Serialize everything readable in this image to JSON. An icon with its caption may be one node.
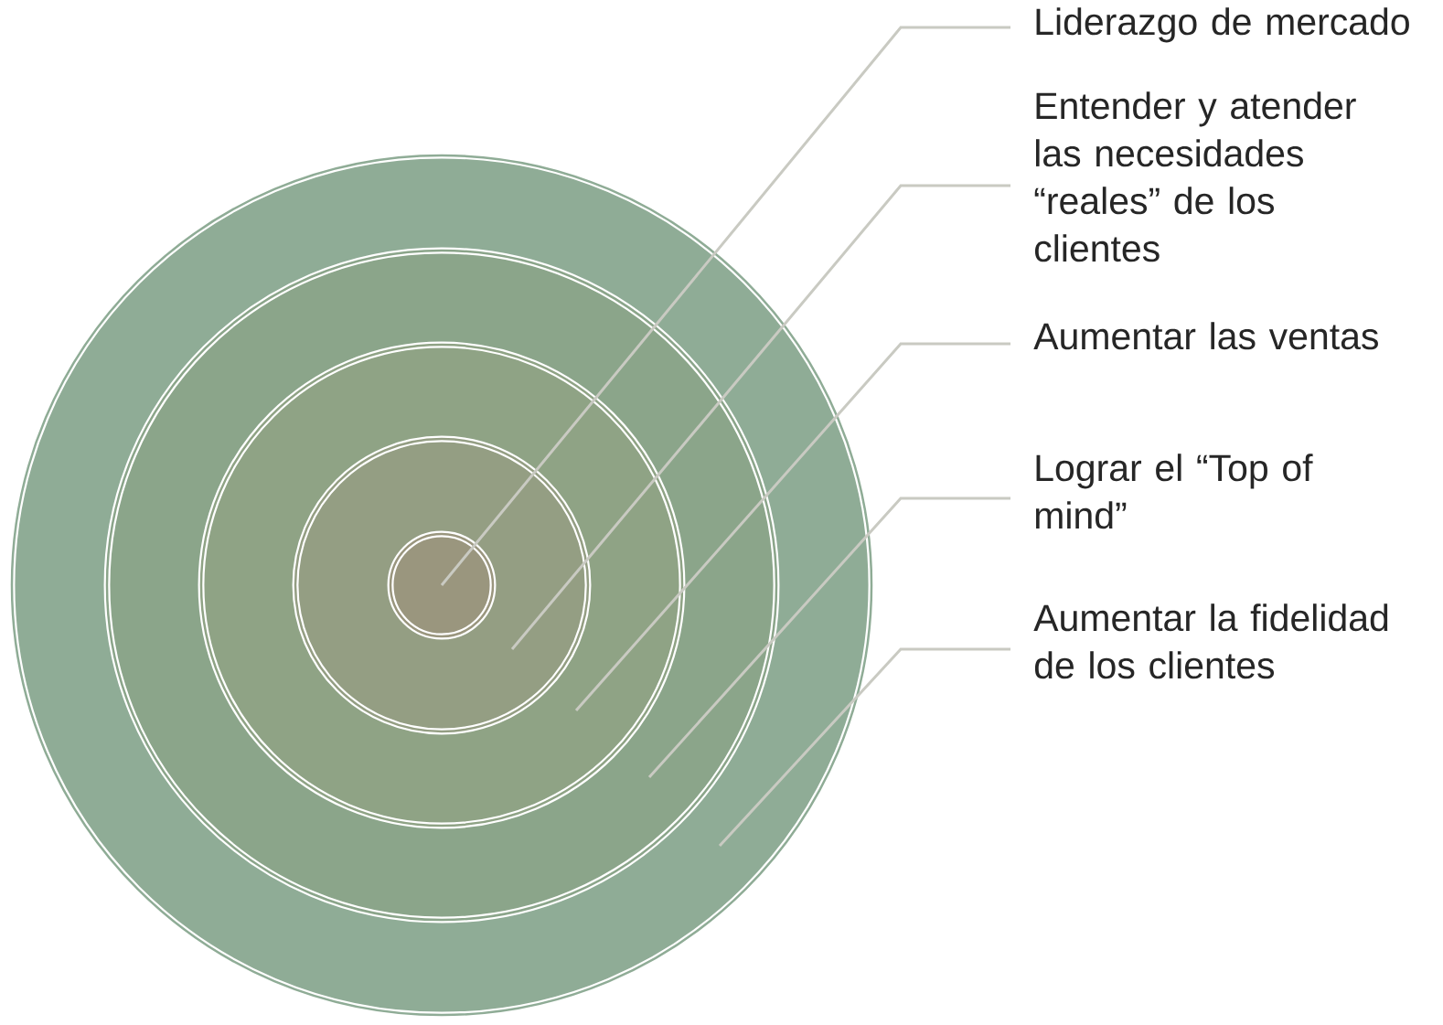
{
  "diagram": {
    "nodes": [
      {
        "text": [],
        "shape": "circle"
      },
      {
        "text": [],
        "shape": "circle",
        "in": 0
      },
      {
        "text": [],
        "shape": "circle",
        "in": 1
      },
      {
        "text": [],
        "shape": "circle",
        "in": 2
      },
      {
        "text": [],
        "shape": "circle",
        "in": 3
      },
      {
        "text": [
          "Liderazgo de mercado"
        ]
      },
      {
        "text": [
          "Entender y atender las necesidades “reales” de los clientes"
        ]
      },
      {
        "text": [
          "Aumentar las ventas"
        ]
      },
      {
        "text": [
          "Lograr el “Top of mind”"
        ]
      },
      {
        "text": [
          "Aumentar la fidelidad de los clientes"
        ]
      }
    ],
    "edges": [
      {
        "from": 5,
        "to": 4,
        "arrow": "none"
      },
      {
        "from": 6,
        "to": 3,
        "arrow": "none"
      },
      {
        "from": 7,
        "to": 2,
        "arrow": "none"
      },
      {
        "from": 8,
        "to": 1,
        "arrow": "none"
      },
      {
        "from": 9,
        "to": 0,
        "arrow": "none"
      }
    ]
  }
}
